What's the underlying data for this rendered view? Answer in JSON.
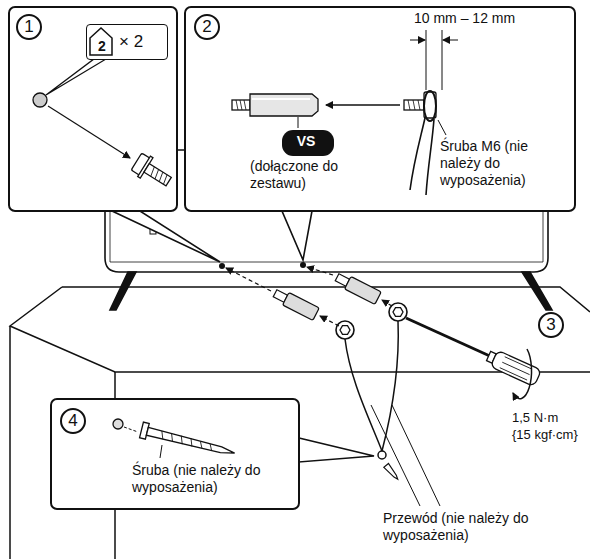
{
  "diagram": {
    "nodes": [
      {
        "text": [
          "1"
        ]
      },
      {
        "text": [
          "2",
          "× 2"
        ],
        "in": 0
      },
      {
        "text": [
          "2",
          "10 mm – 12 mm",
          "(dołączone do zestawu)",
          "Śruba M6 (nie należy do wyposażenia)"
        ]
      },
      {
        "text": [
          "VS"
        ],
        "in": 2
      },
      {
        "text": [
          "4",
          "Śruba (nie należy do wyposażenia)"
        ]
      }
    ],
    "labels": [
      "3",
      "1,5 N·m",
      "{15 kgf·cm}",
      "Przewód (nie należy do wyposażenia)"
    ]
  }
}
